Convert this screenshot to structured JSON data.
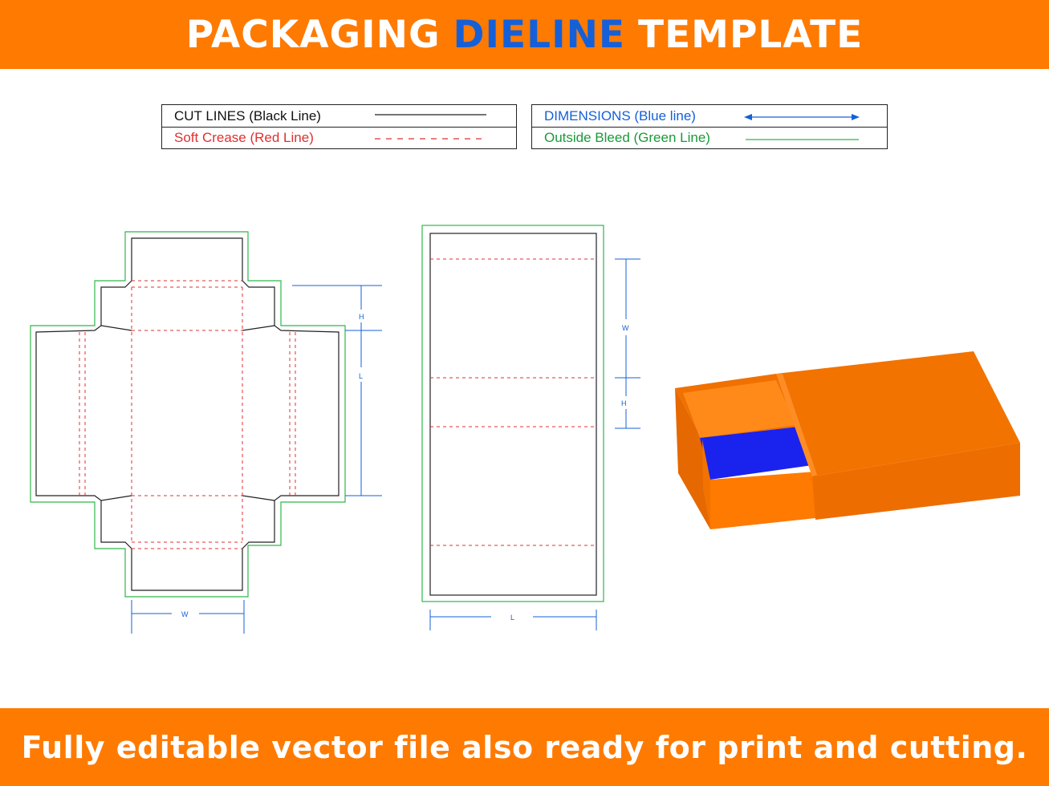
{
  "header": {
    "word1": "PACKAGING",
    "word2": "DIELINE",
    "word3": "TEMPLATE"
  },
  "legend": {
    "cut": "CUT LINES (Black Line)",
    "crease": "Soft Crease (Red Line)",
    "dimensions": "DIMENSIONS (Blue line)",
    "bleed": "Outside Bleed (Green Line)"
  },
  "dims": {
    "tray_h": "H",
    "tray_l": "L",
    "tray_w": "W",
    "sleeve_w": "W",
    "sleeve_h": "H",
    "sleeve_l": "L"
  },
  "footer": {
    "text": "Fully editable vector file also ready for print and cutting."
  },
  "colors": {
    "banner": "#ff7a00",
    "accent": "#1560d8",
    "cut": "#222222",
    "crease": "#e03030",
    "dimension": "#1560d8",
    "bleed": "#2fb84a",
    "box_orange": "#ff7a00",
    "box_blue": "#1a22ee"
  }
}
